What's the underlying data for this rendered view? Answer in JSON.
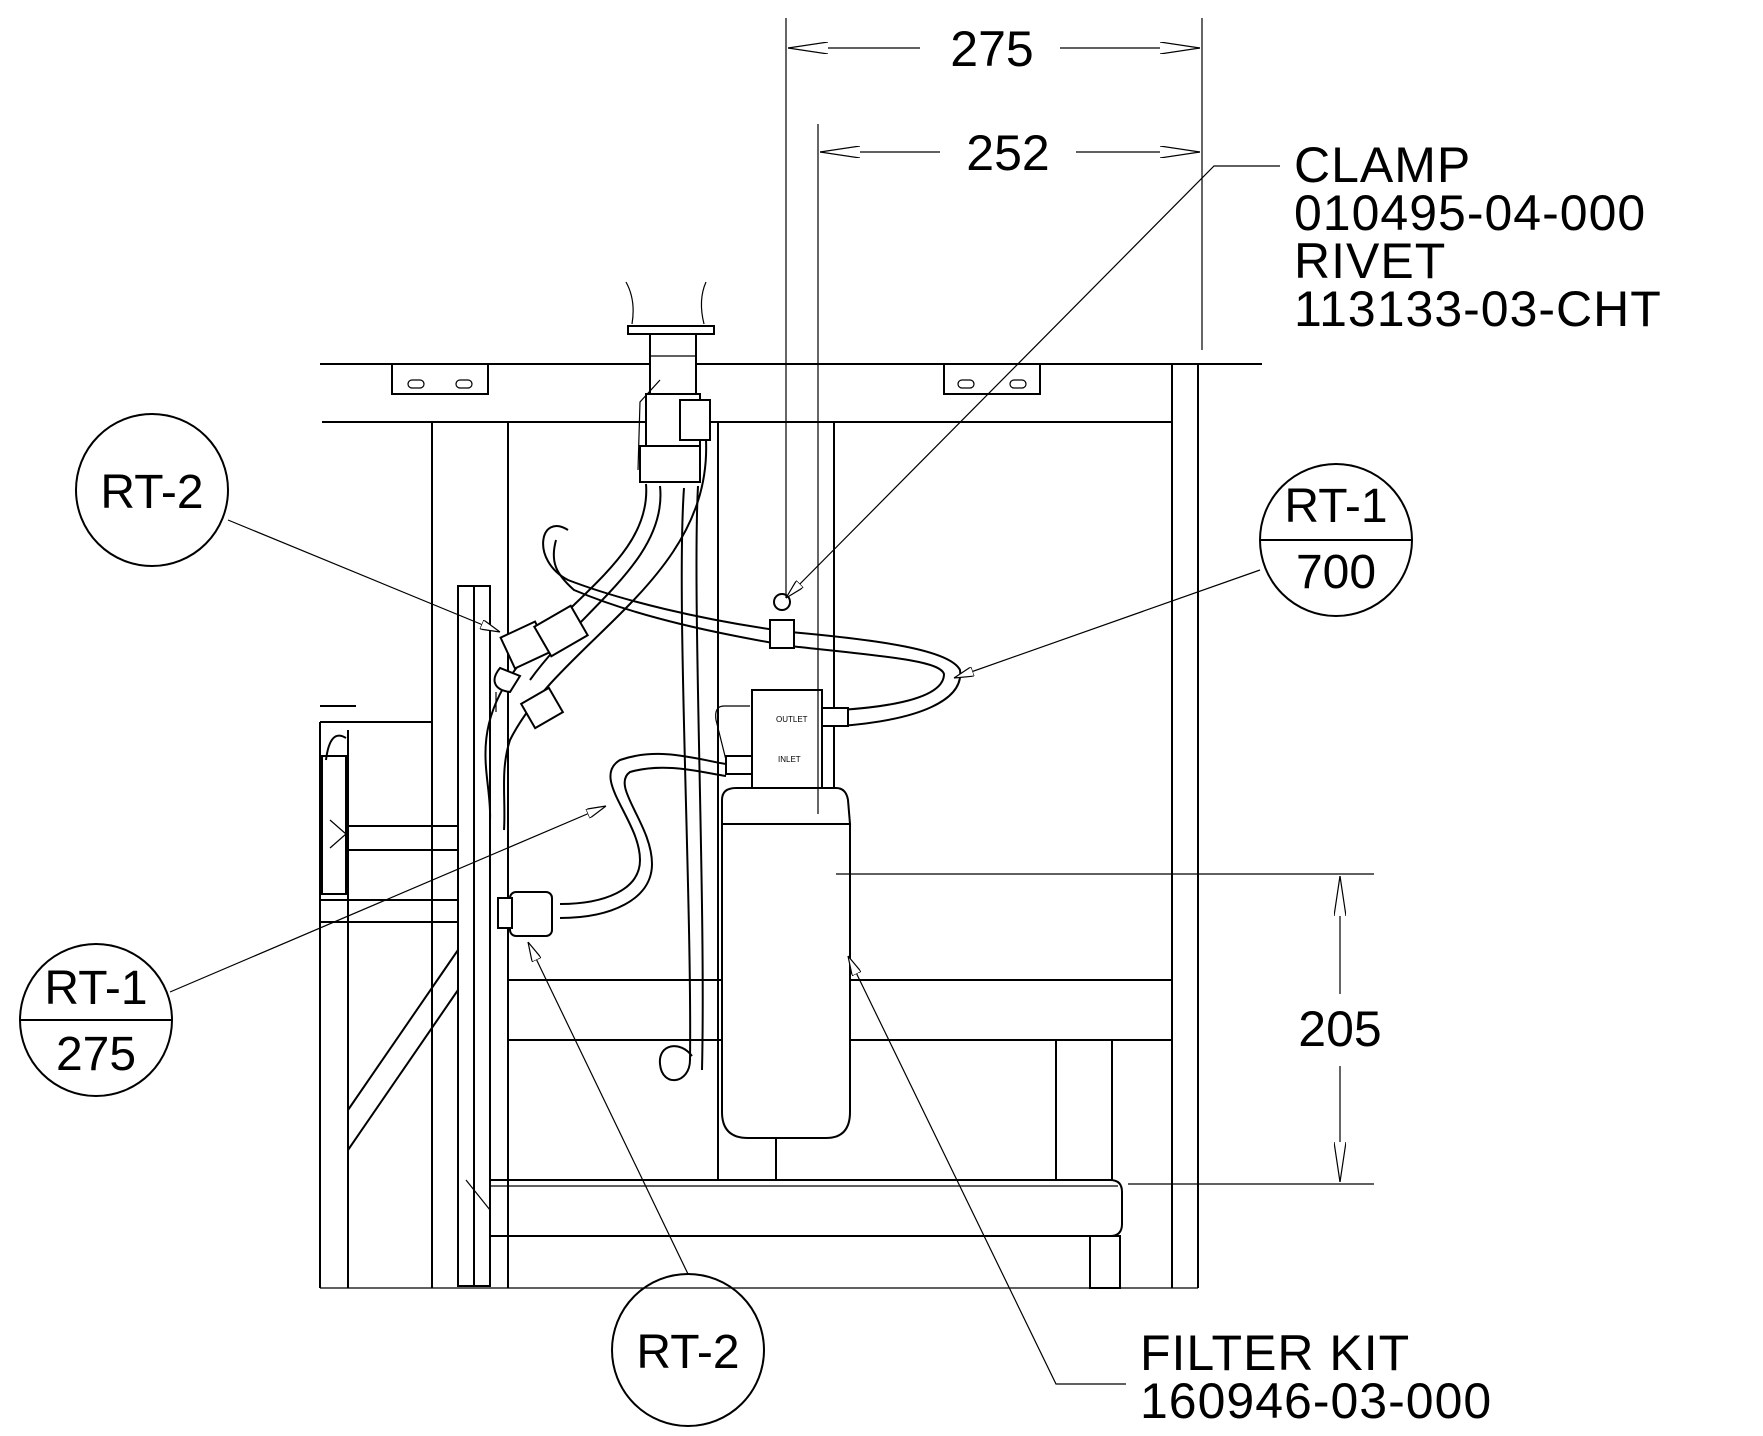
{
  "dimensions": {
    "top_width": "275",
    "inner_width": "252",
    "vertical": "205"
  },
  "callouts": {
    "clamp": {
      "line1": "CLAMP",
      "line2": "010495-04-000",
      "line3": "RIVET",
      "line4": "113133-03-CHT"
    },
    "filter_kit": {
      "line1": "FILTER KIT",
      "line2": "160946-03-000"
    }
  },
  "bubbles": {
    "rt2_upper": "RT-2",
    "rt1_right_top": "RT-1",
    "rt1_right_bottom": "700",
    "rt1_left_top": "RT-1",
    "rt1_left_bottom": "275",
    "rt2_lower": "RT-2"
  },
  "filter_labels": {
    "outlet": "OUTLET",
    "inlet": "INLET"
  }
}
